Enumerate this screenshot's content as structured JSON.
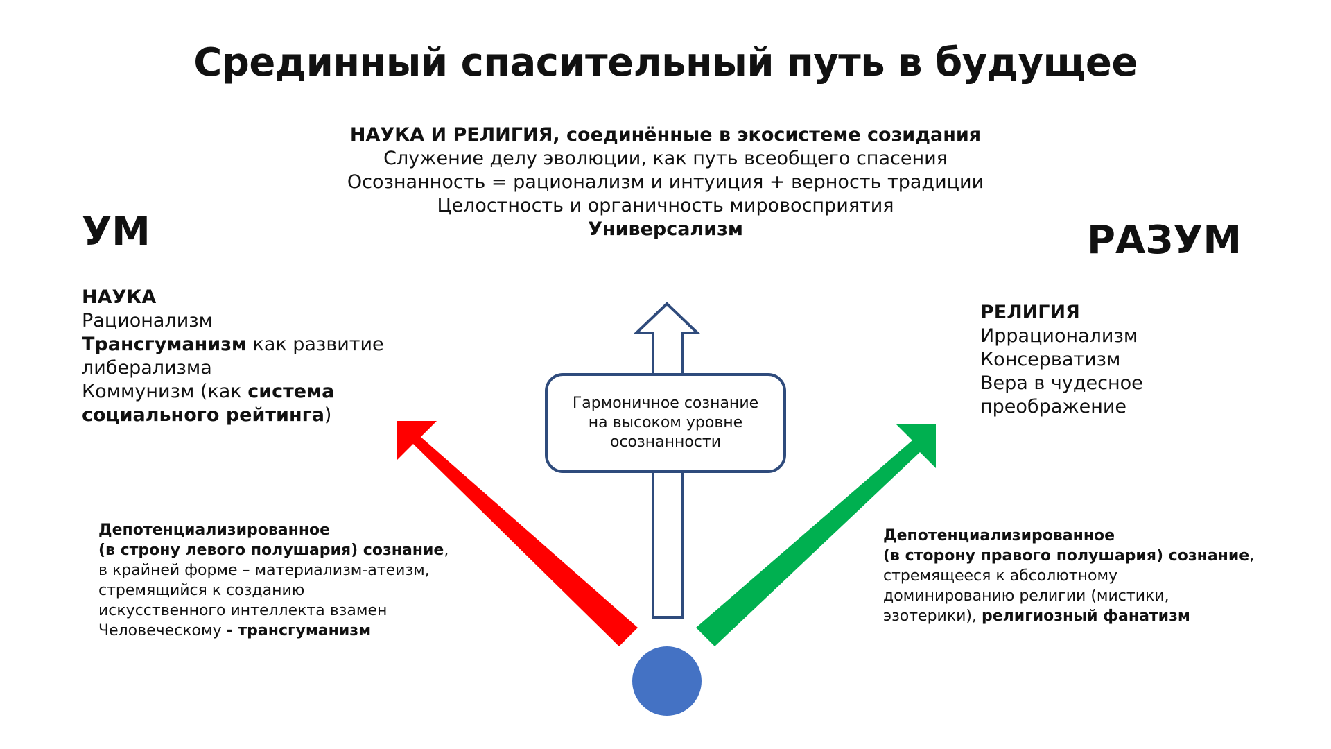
{
  "title": "Срединный спасительный путь в будущее",
  "top_block": {
    "line1": "НАУКА И РЕЛИГИЯ, соединённые в экосистеме созидания",
    "line2": "Служение делу эволюции, как путь всеобщего спасения",
    "line3": "Осознанность = рационализм и интуиция + верность традиции",
    "line4": "Целостность и органичность мировосприятия",
    "line5": "Универсализм"
  },
  "left": {
    "heading": "УМ",
    "items": {
      "i1": "НАУКА",
      "i2": "Рационализм",
      "i3_bold": "Трансгуманизм",
      "i3_rest": " как развитие",
      "i4": "либерализма",
      "i5_pre": "Коммунизм (как ",
      "i5_bold": "система",
      "i6_bold": "социального рейтинга",
      "i6_rest": ")"
    },
    "note": {
      "n1": "Депотенциализированное",
      "n2_bold": "(в строну левого полушария) сознание",
      "n2_rest": ",",
      "n3": "в крайней форме – материализм-атеизм,",
      "n4": "стремящийся к созданию",
      "n5": "искусственного интеллекта взамен",
      "n6_pre": "Человеческому ",
      "n6_bold": "- трансгуманизм"
    }
  },
  "right": {
    "heading": "РАЗУМ",
    "items": {
      "i1": "РЕЛИГИЯ",
      "i2": "Иррационализм",
      "i3": "Консерватизм",
      "i4": "Вера в чудесное",
      "i5": "преображение"
    },
    "note": {
      "n1": "Депотенциализированное",
      "n2_bold": "(в сторону правого полушария) сознание",
      "n2_rest": ",",
      "n3": "стремящееся к абсолютному",
      "n4": "доминированию религии (мистики,",
      "n5_pre": "эзотерики), ",
      "n5_bold": "религиозный фанатизм"
    }
  },
  "center": {
    "line1": "Гармоничное сознание",
    "line2": "на высоком уровне",
    "line3": "осознанности"
  },
  "colors": {
    "left_arrow": "#ff0000",
    "right_arrow": "#00b050",
    "up_arrow_stroke": "#2f4b7c",
    "origin_circle": "#4472c4"
  }
}
